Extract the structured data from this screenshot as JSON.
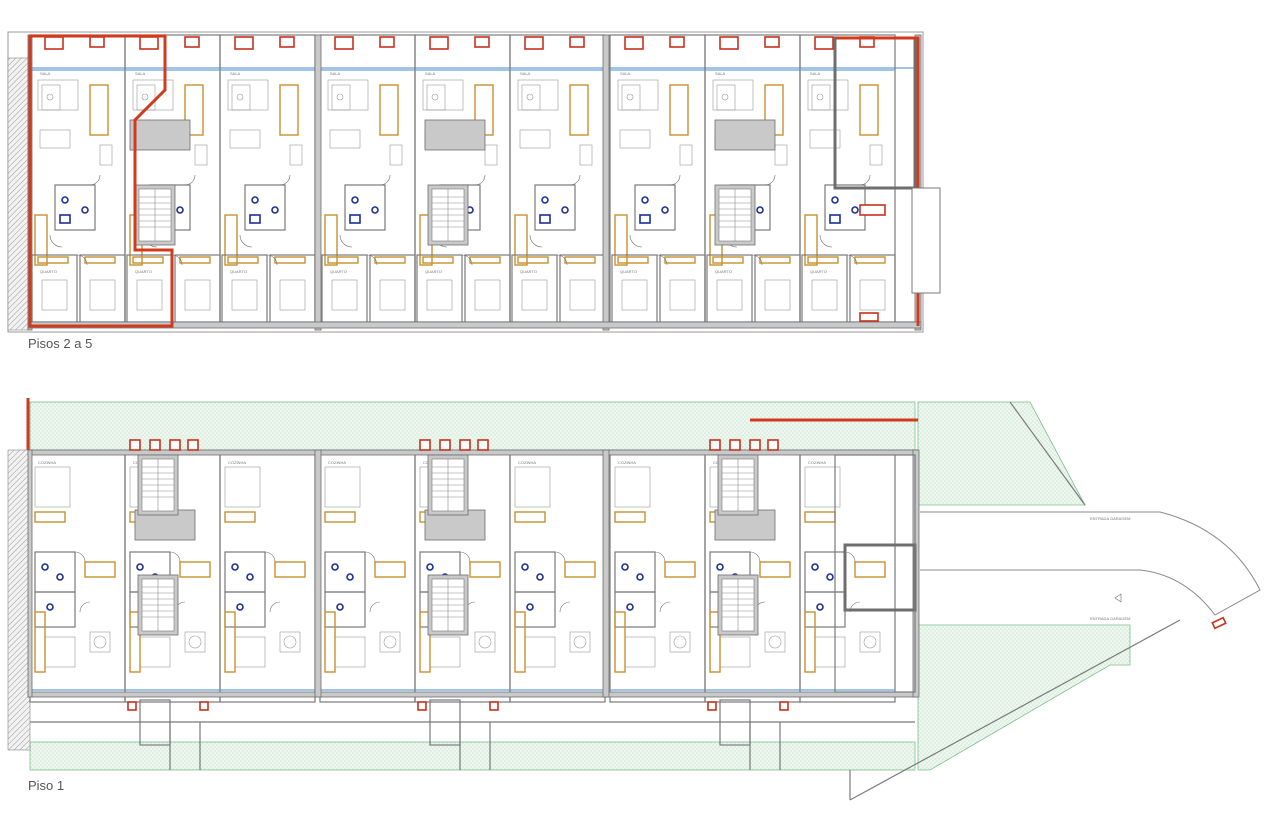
{
  "floors": [
    {
      "id": "upper",
      "label": "Pisos 2 a 5"
    },
    {
      "id": "ground",
      "label": "Piso 1"
    }
  ],
  "colors": {
    "wall": "#c9c9c9",
    "cabinet": "#c8922e",
    "highlight": "#d23a1e",
    "fixture": "#1b2f9c",
    "garden": "#7fbf8f",
    "glazing": "#6aa0d8"
  },
  "icons": [
    "stair-icon",
    "door-swing-icon",
    "sanitary-fixture-icon",
    "furniture-icon",
    "garden-hatch-icon"
  ]
}
